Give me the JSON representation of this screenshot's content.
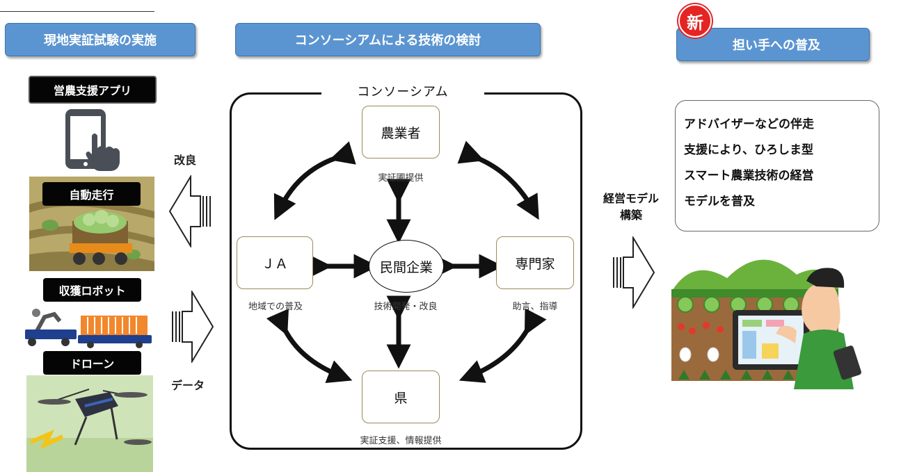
{
  "headers": {
    "field_trial": "現地実証試験の実施",
    "consortium_review": "コンソーシアムによる技術の検討",
    "diffusion": "担い手への普及"
  },
  "new_badge": "新",
  "left": {
    "app_label": "営農支援アプリ",
    "auto_drive_label": "自動走行",
    "harvest_robot_label": "収獲ロボット",
    "drone_label": "ドローン"
  },
  "side": {
    "improve": "改良",
    "data": "データ"
  },
  "consortium": {
    "title": "コンソーシアム",
    "farmer": "農業者",
    "farmer_role": "実証圃提供",
    "ja": "ＪＡ",
    "ja_role": "地域での普及",
    "private": "民間企業",
    "private_role": "技術開発・改良",
    "expert": "専門家",
    "expert_role": "助言、指導",
    "prefecture": "県",
    "prefecture_role": "実証支援、情報提供"
  },
  "right": {
    "model_label_1": "経営モデル",
    "model_label_2": "構築",
    "callout_lines": [
      "アドバイザーなどの伴走",
      "支援により、ひろしま型",
      "スマート農業技術の経営",
      "モデルを普及"
    ]
  },
  "colors": {
    "header_blue": "#5b95d1",
    "badge_red": "#e52424",
    "member_border": "#9c8a5c"
  }
}
